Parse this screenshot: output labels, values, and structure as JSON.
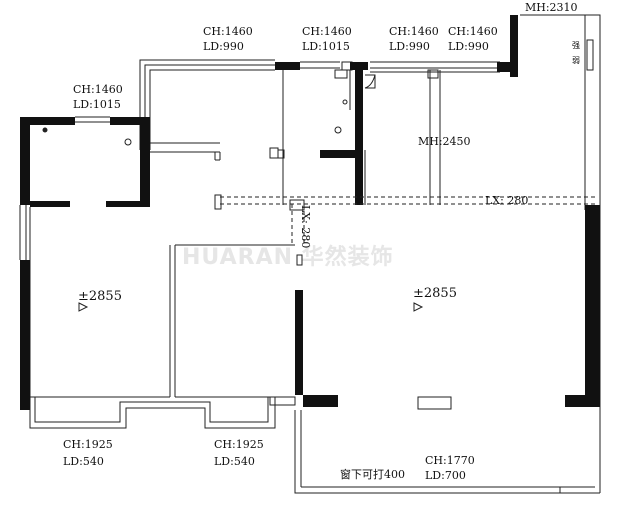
{
  "watermark": "HUARAN 华然装饰",
  "window_labels": {
    "top_1": {
      "ch": "CH:1460",
      "ld": "LD:990"
    },
    "top_2": {
      "ch": "CH:1460",
      "ld": "LD:1015"
    },
    "top_3": {
      "ch": "CH:1460",
      "ld": "LD:990"
    },
    "top_4": {
      "ch": "CH:1460",
      "ld": "LD:990"
    },
    "left_room": {
      "ch": "CH:1460",
      "ld": "LD:1015"
    },
    "bottom_left": {
      "ch": "CH:1925",
      "ld": "LD:540"
    },
    "bottom_mid": {
      "ch": "CH:1925",
      "ld": "LD:540"
    },
    "bottom_right": {
      "ch": "CH:1770",
      "ld": "LD:700",
      "note": "窗下可打400"
    }
  },
  "door_heights": {
    "entry": "MH:2310",
    "kitchen": "MH:2450"
  },
  "beams": {
    "horizontal": "LX: 280",
    "vertical": "LX: 280"
  },
  "floor_levels": {
    "left_room": "±2855",
    "living": "±2855"
  },
  "entry_meter_text": {
    "line1": "强",
    "line2": "弱"
  }
}
